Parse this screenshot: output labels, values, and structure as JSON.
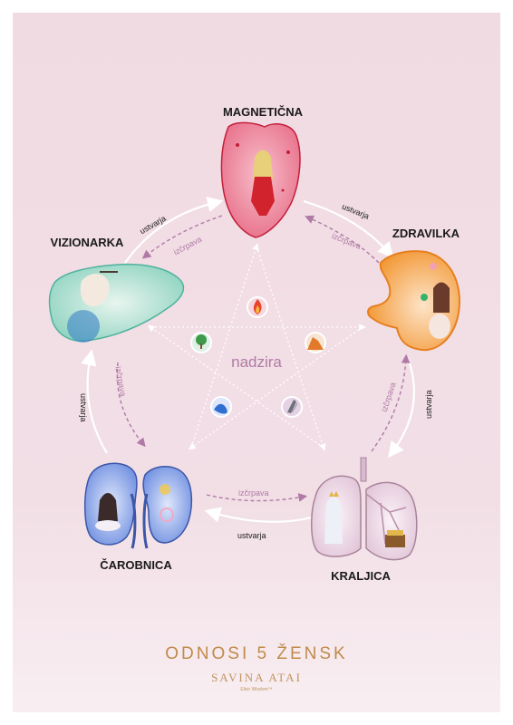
{
  "nodes": {
    "magneticna": "MAGNETIČNA",
    "zdravilka": "ZDRAVILKA",
    "kraljica": "KRALJICA",
    "carobnica": "ČAROBNICA",
    "vizionarka": "VIZIONARKA"
  },
  "arrows": {
    "creates": "ustvarja",
    "drains": "izčrpava"
  },
  "center": "nadzira",
  "title": "ODNOSI 5 ŽENSK",
  "brand": {
    "name": "SAVINA ATAI",
    "sub": "Elixir Wisdom™"
  },
  "element_icons": [
    "fire-icon",
    "earth-icon",
    "metal-icon",
    "water-icon",
    "wood-icon"
  ],
  "colors": {
    "background": "#f1dbe3",
    "magneticna": "#e8708a",
    "zdravilka": "#f39a3a",
    "kraljica": "#d8b8cf",
    "carobnica": "#6f8fe0",
    "vizionarka": "#8fd3c0",
    "pink_text": "#b07aa6",
    "title": "#c08a4a"
  }
}
